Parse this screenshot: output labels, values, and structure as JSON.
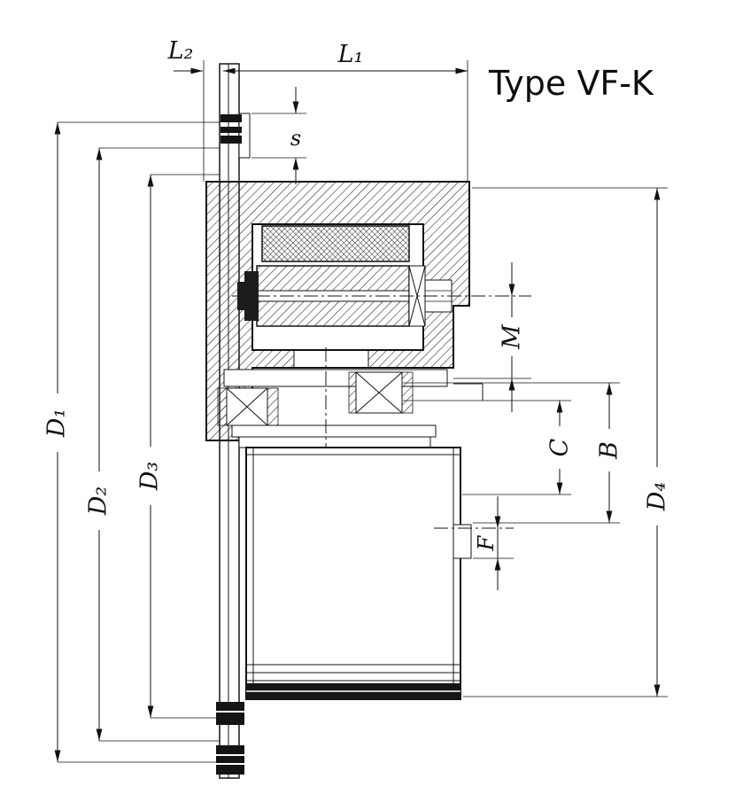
{
  "drawing": {
    "title": "Type VF-K",
    "labels": {
      "L1": "L₁",
      "L2": "L₂",
      "s": "s",
      "M": "M",
      "C": "C",
      "B": "B",
      "F": "F",
      "D1": "D₁",
      "D2": "D₂",
      "D3": "D₃",
      "D4": "D₄"
    }
  }
}
